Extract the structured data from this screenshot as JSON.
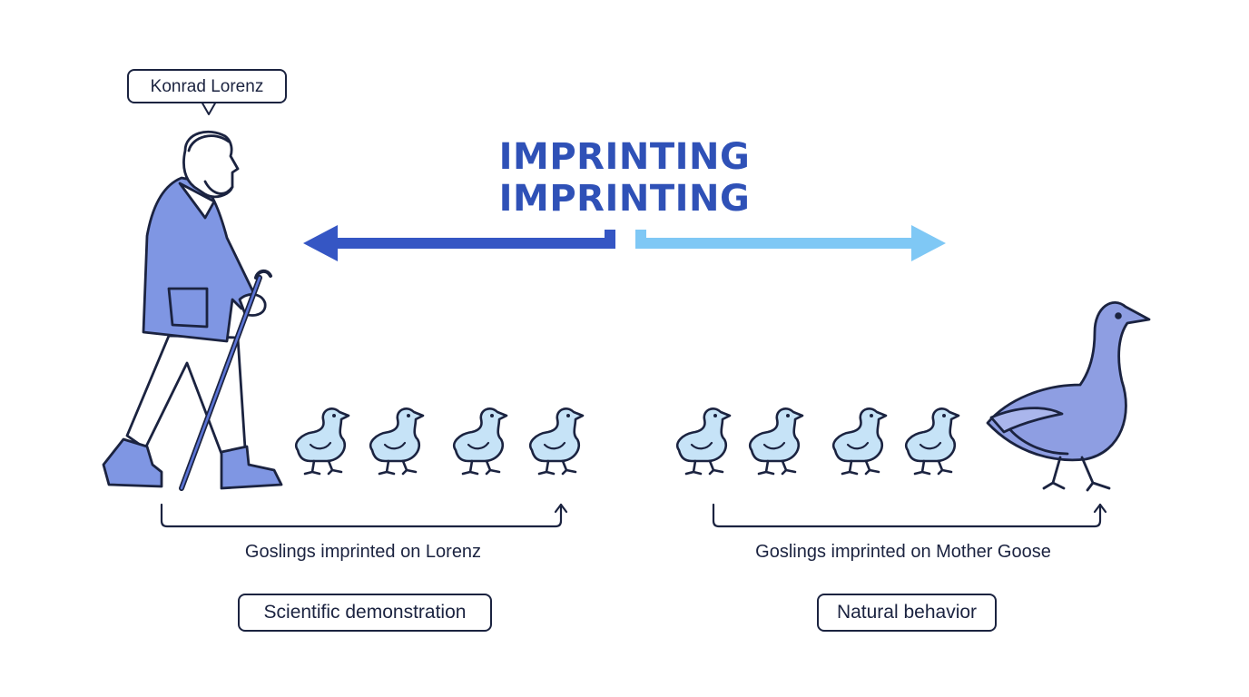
{
  "title": {
    "line1": "IMPRINTING",
    "line2": "IMPRINTING"
  },
  "person_label": "Konrad Lorenz",
  "left": {
    "caption": "Goslings imprinted on Lorenz",
    "tag": "Scientific demonstration",
    "arrow_color": "#3556c4"
  },
  "right": {
    "caption": "Goslings imprinted on Mother Goose",
    "tag": "Natural behavior",
    "arrow_color": "#7fc8f5"
  },
  "colors": {
    "outline": "#1b2340",
    "coat": "#7f96e3",
    "gosling": "#c6e3f7",
    "goose": "#8e9ee2",
    "title": "#2f51b7"
  },
  "icons": [
    "man-with-cane-icon",
    "gosling-icon",
    "goose-icon",
    "bracket-arrow-icon"
  ]
}
